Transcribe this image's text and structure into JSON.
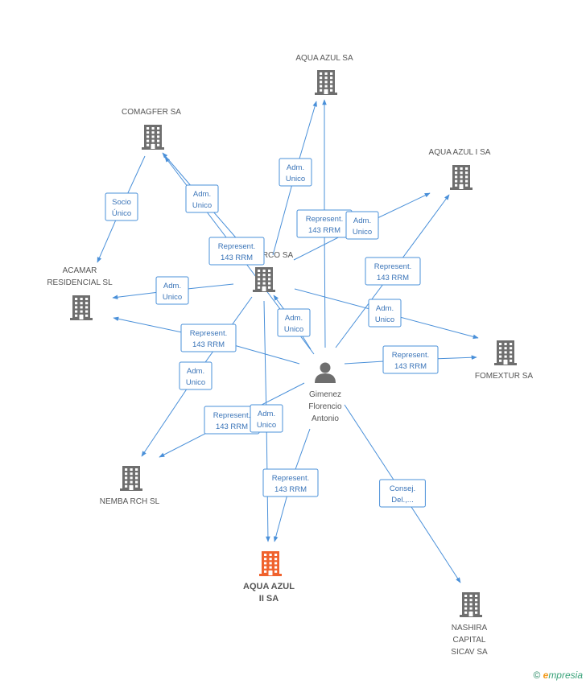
{
  "nodes": [
    {
      "id": "aqua_azul",
      "label": [
        "AQUA AZUL SA"
      ],
      "kind": "company"
    },
    {
      "id": "comagfer",
      "label": [
        "COMAGFER SA"
      ],
      "kind": "company"
    },
    {
      "id": "aqua_azul_i",
      "label": [
        "AQUA AZUL I SA"
      ],
      "kind": "company"
    },
    {
      "id": "arco",
      "label": [
        "RCO SA"
      ],
      "kind": "company"
    },
    {
      "id": "acamar",
      "label": [
        "ACAMAR",
        "RESIDENCIAL SL"
      ],
      "kind": "company"
    },
    {
      "id": "fomextur",
      "label": [
        "FOMEXTUR SA"
      ],
      "kind": "company"
    },
    {
      "id": "person",
      "label": [
        "Gimenez",
        "Florencio",
        "Antonio"
      ],
      "kind": "person"
    },
    {
      "id": "nemba",
      "label": [
        "NEMBA RCH SL"
      ],
      "kind": "company"
    },
    {
      "id": "aqua_azul_ii",
      "label": [
        "AQUA AZUL",
        "II SA"
      ],
      "kind": "focus"
    },
    {
      "id": "nashira",
      "label": [
        "NASHIRA",
        "CAPITAL",
        "SICAV SA"
      ],
      "kind": "company"
    }
  ],
  "edges": [
    {
      "from": "arco",
      "to": "aqua_azul",
      "label": [
        "Adm.",
        "Unico"
      ]
    },
    {
      "from": "person",
      "to": "aqua_azul",
      "label": [
        "Represent.",
        "143 RRM"
      ]
    },
    {
      "from": "comagfer",
      "to": "acamar",
      "label": [
        "Socio",
        "Único"
      ]
    },
    {
      "from": "arco",
      "to": "comagfer",
      "label": [
        "Adm.",
        "Unico"
      ]
    },
    {
      "from": "person",
      "to": "comagfer",
      "label": [
        "Represent.",
        "143 RRM"
      ]
    },
    {
      "from": "arco",
      "to": "aqua_azul_i",
      "label": [
        "Adm.",
        "Unico"
      ]
    },
    {
      "from": "person",
      "to": "aqua_azul_i",
      "label": [
        "Represent.",
        "143 RRM"
      ]
    },
    {
      "from": "arco",
      "to": "acamar",
      "label": [
        "Adm.",
        "Unico"
      ]
    },
    {
      "from": "person",
      "to": "acamar",
      "label": [
        "Represent.",
        "143 RRM"
      ]
    },
    {
      "from": "arco",
      "to": "fomextur",
      "label": [
        "Adm.",
        "Unico"
      ]
    },
    {
      "from": "person",
      "to": "fomextur",
      "label": [
        "Represent.",
        "143 RRM"
      ]
    },
    {
      "from": "person",
      "to": "arco",
      "label": [
        "Adm.",
        "Unico"
      ]
    },
    {
      "from": "arco",
      "to": "nemba",
      "label": [
        "Adm.",
        "Unico"
      ]
    },
    {
      "from": "person",
      "to": "nemba",
      "label": [
        "Represent.",
        "143 RRM"
      ]
    },
    {
      "from": "arco",
      "to": "aqua_azul_ii",
      "label": [
        "Adm.",
        "Unico"
      ]
    },
    {
      "from": "person",
      "to": "aqua_azul_ii",
      "label": [
        "Represent.",
        "143 RRM"
      ]
    },
    {
      "from": "person",
      "to": "nashira",
      "label": [
        "Consej.",
        "Del.,..."
      ]
    }
  ],
  "colors": {
    "company_icon": "#6e6e6e",
    "focus_icon": "#f0622d",
    "edge": "#4a90d9",
    "edge_text": "#3a74b8"
  },
  "footer": {
    "copyright": "©",
    "brand_initial": "e",
    "brand_rest": "mpresia"
  }
}
